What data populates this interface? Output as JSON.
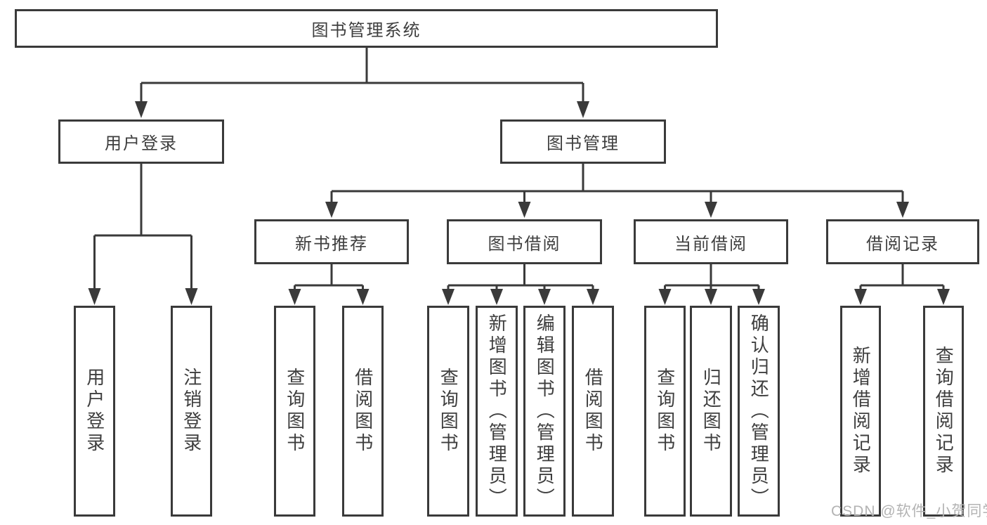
{
  "diagram": {
    "root": {
      "label": "图书管理系统",
      "children": [
        {
          "label": "用户登录",
          "children": [
            {
              "label": "用户登录"
            },
            {
              "label": "注销登录"
            }
          ]
        },
        {
          "label": "图书管理",
          "children": [
            {
              "label": "新书推荐",
              "children": [
                {
                  "label": "查询图书"
                },
                {
                  "label": "借阅图书"
                }
              ]
            },
            {
              "label": "图书借阅",
              "children": [
                {
                  "label": "查询图书"
                },
                {
                  "label": "新增图书（管理员）"
                },
                {
                  "label": "编辑图书（管理员）"
                },
                {
                  "label": "借阅图书"
                }
              ]
            },
            {
              "label": "当前借阅",
              "children": [
                {
                  "label": "查询图书"
                },
                {
                  "label": "归还图书"
                },
                {
                  "label": "确认归还（管理员）"
                }
              ]
            },
            {
              "label": "借阅记录",
              "children": [
                {
                  "label": "新增借阅记录"
                },
                {
                  "label": "查询借阅记录"
                }
              ]
            }
          ]
        }
      ]
    }
  },
  "watermark": {
    "text": "CSDN @软件_小贺同学"
  },
  "colors": {
    "line": "#3a3a3a",
    "box_border": "#3a3a3a",
    "text": "#3e3e3e",
    "watermark": "#b3b3b3",
    "background": "#ffffff"
  }
}
